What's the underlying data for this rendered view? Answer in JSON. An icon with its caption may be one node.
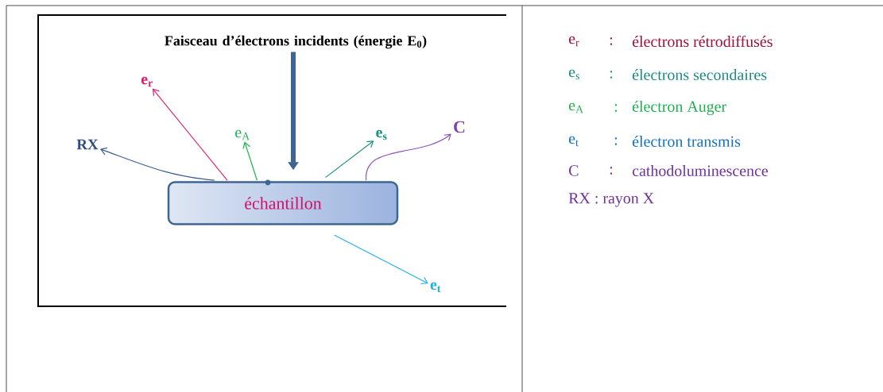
{
  "diagram": {
    "nodes": [
      {
        "text": [
          "échantillon"
        ]
      },
      {
        "text": [
          "Faisceau d’électrons incidents (énergie E$_{0}$)"
        ]
      },
      {
        "text": [
          "e$_{r}$"
        ]
      },
      {
        "text": [
          "RX"
        ]
      },
      {
        "text": [
          "e$_{A}$"
        ]
      },
      {
        "text": [
          "e$_{s}$"
        ]
      },
      {
        "text": [
          "C"
        ]
      },
      {
        "text": [
          "e$_{t}$"
        ]
      }
    ],
    "edges": [
      {
        "from": 1,
        "to": 0,
        "arrow": "to",
        "style": "thick",
        "color": "#3f6594"
      },
      {
        "from": 0,
        "to": 2,
        "arrow": "to",
        "color": "#e0206f"
      },
      {
        "from": 0,
        "to": 3,
        "arrow": "to",
        "color": "#3a5f8f"
      },
      {
        "from": 0,
        "to": 4,
        "arrow": "to",
        "color": "#1db350"
      },
      {
        "from": 0,
        "to": 5,
        "arrow": "to",
        "color": "#1a9080"
      },
      {
        "from": 0,
        "to": 6,
        "arrow": "to",
        "color": "#9050c0"
      },
      {
        "from": 0,
        "to": 7,
        "arrow": "to",
        "color": "#20b0e8"
      }
    ],
    "labels": [
      "e$_{r}$",
      ":",
      "électrons rétrodiffusés",
      "e$_{s}$",
      ":",
      "électrons secondaires",
      "e$_{A}$",
      ":",
      "électron Auger",
      "e$_{t}$",
      ":",
      "électron transmis",
      "C",
      ":",
      "cathodoluminescence",
      "RX : rayon X"
    ]
  }
}
